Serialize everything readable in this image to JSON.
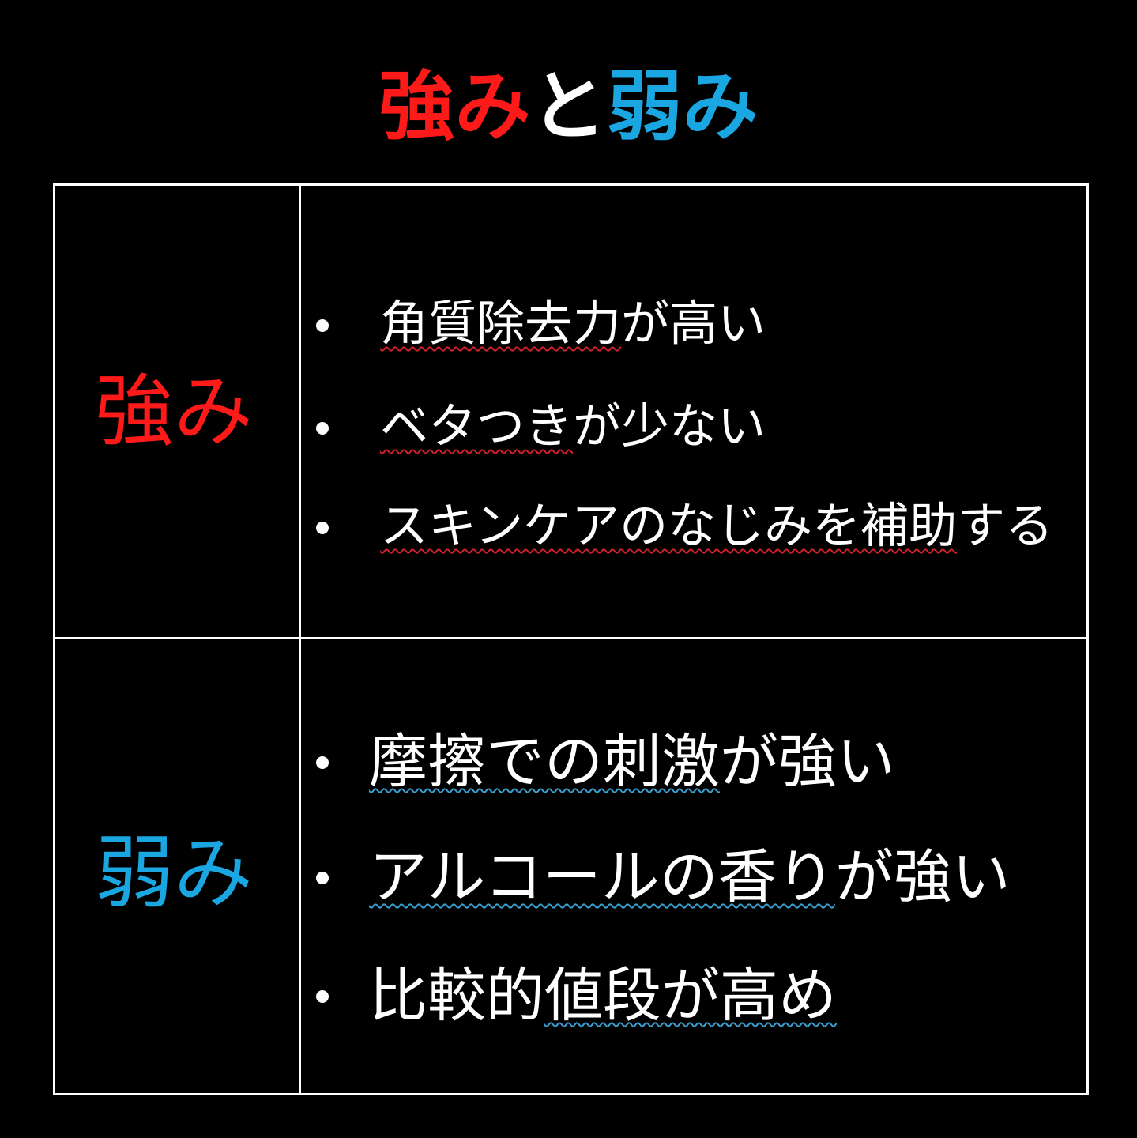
{
  "title": {
    "part1": "強み",
    "part2": "と",
    "part3": "弱み",
    "color_strength": "#ff1a1a",
    "color_weakness": "#1aa6e0"
  },
  "strengths": {
    "label": "強み",
    "items": [
      {
        "pre": "",
        "marked": "角質除去力",
        "post": "が高い"
      },
      {
        "pre": "",
        "marked": "ベタつき",
        "post": "が少ない"
      },
      {
        "pre": "",
        "marked": "スキンケアのなじみを補助",
        "post": "する"
      }
    ]
  },
  "weaknesses": {
    "label": "弱み",
    "items": [
      {
        "pre": "",
        "marked": "摩擦での刺激",
        "post": "が強い"
      },
      {
        "pre": "",
        "marked": "アルコールの香り",
        "post": "が強い"
      },
      {
        "pre": "比較的",
        "marked": "値段が高め",
        "post": ""
      }
    ]
  }
}
